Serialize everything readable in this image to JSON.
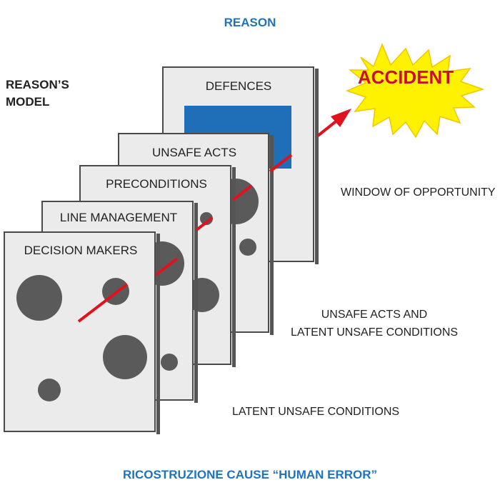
{
  "header": {
    "top_title": "REASON",
    "side_title_line1": "REASON’S",
    "side_title_line2": "MODEL"
  },
  "layers": [
    {
      "label": "DECISION MAKERS"
    },
    {
      "label": "LINE MANAGEMENT"
    },
    {
      "label": "PRECONDITIONS"
    },
    {
      "label": "UNSAFE ACTS"
    },
    {
      "label": "DEFENCES"
    }
  ],
  "accident": {
    "label": "ACCIDENT"
  },
  "annotations": {
    "window_of_opportunity": "WINDOW OF OPPORTUNITY",
    "unsafe_acts_line1": "UNSAFE ACTS AND",
    "unsafe_acts_line2": "LATENT UNSAFE CONDITIONS",
    "latent_conditions": "LATENT UNSAFE CONDITIONS"
  },
  "footer": {
    "caption": "RICOSTRUZIONE CAUSE “HUMAN ERROR”"
  },
  "colors": {
    "title_blue": "#1e73be",
    "panel_fill": "#ebebeb",
    "panel_stroke": "#4a4a4a",
    "hole_fill": "#5a5a5a",
    "defence_blue": "#1f6fb8",
    "trajectory_red": "#e0121e",
    "burst_yellow": "#fff200",
    "accident_red": "#c8102e"
  }
}
